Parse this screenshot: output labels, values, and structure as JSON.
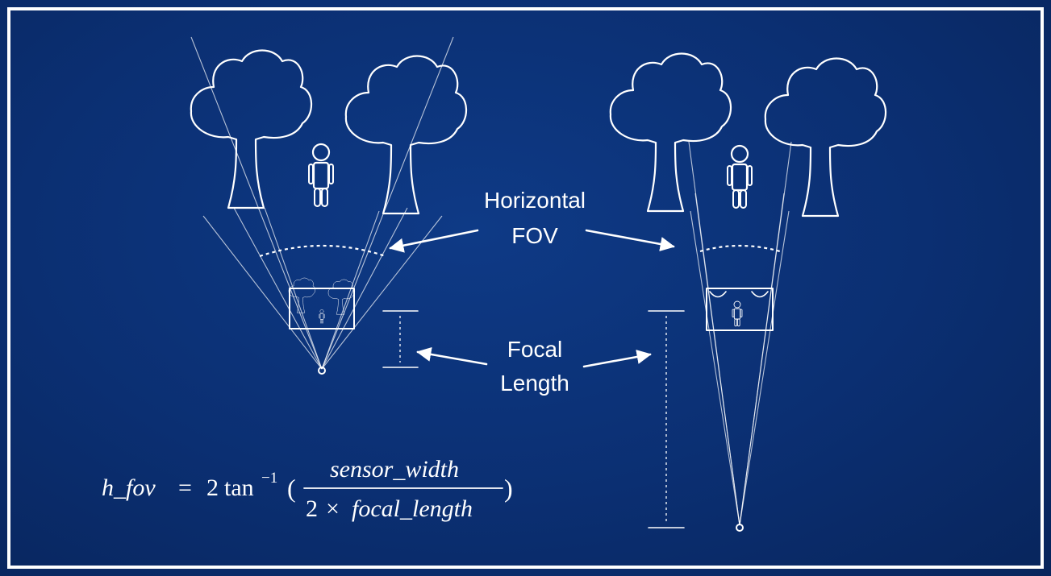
{
  "labels": {
    "horizontal": "Horizontal",
    "fov": "FOV",
    "focal": "Focal",
    "length": "Length"
  },
  "formula": {
    "lhs": "h_fov",
    "equals": "=",
    "coef": "2",
    "func": "tan",
    "exponent": "−1",
    "paren_open": "(",
    "paren_close": ")",
    "numerator": "sensor_width",
    "denominator_coef": "2",
    "times": "×",
    "denominator": "focal_length"
  },
  "colors": {
    "background": "#0b2f72",
    "line": "#ffffff"
  }
}
